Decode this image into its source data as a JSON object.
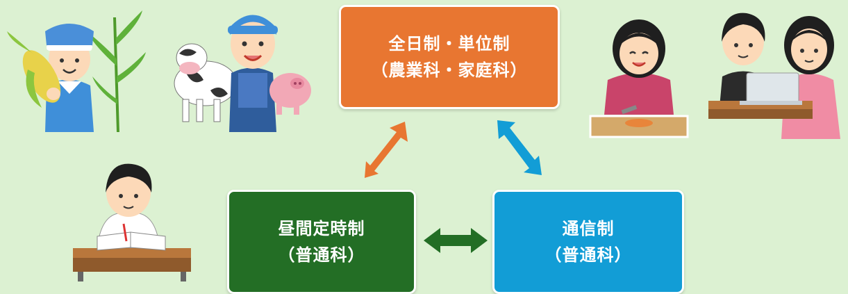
{
  "boxes": {
    "top": {
      "line1": "全日制・単位制",
      "line2": "（農業科・家庭科）",
      "color": "#e87631"
    },
    "left": {
      "line1": "昼間定時制",
      "line2": "（普通科）",
      "color": "#236e25"
    },
    "right": {
      "line1": "通信制",
      "line2": "（普通科）",
      "color": "#129dd6"
    }
  },
  "arrows": {
    "top_left": {
      "color": "#e87631"
    },
    "top_right": {
      "color": "#129dd6"
    },
    "bottom": {
      "color": "#236e25"
    }
  },
  "illustrations": [
    {
      "name": "farmer-with-corn"
    },
    {
      "name": "farmer-with-cow-and-pig"
    },
    {
      "name": "student-studying-at-desk"
    },
    {
      "name": "girl-cooking"
    },
    {
      "name": "students-with-laptop"
    }
  ]
}
